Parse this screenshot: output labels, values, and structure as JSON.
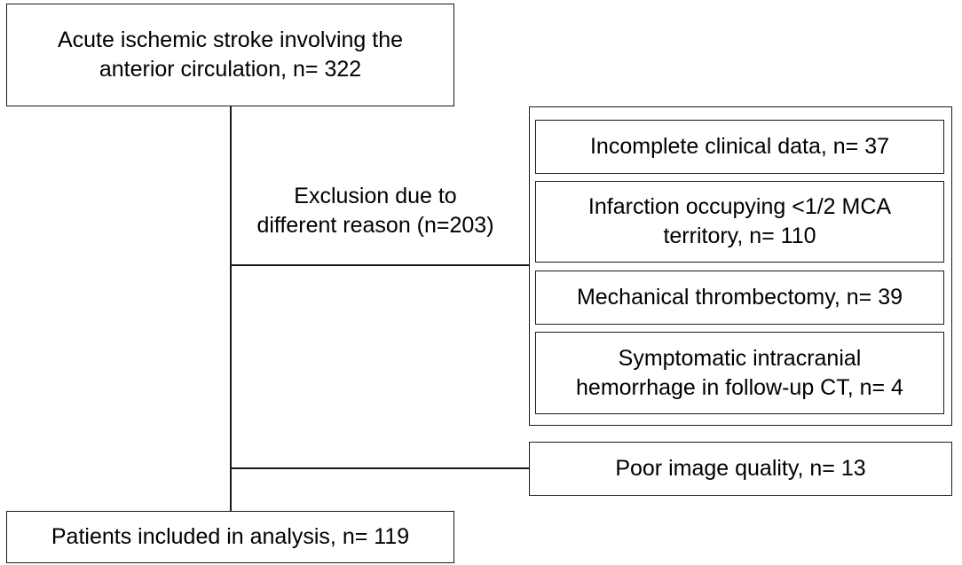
{
  "start": {
    "lines": [
      "Acute ischemic stroke involving the",
      "anterior circulation, n= 322"
    ]
  },
  "exclusion_label": {
    "lines": [
      "Exclusion due to",
      "different reason (n=203)"
    ]
  },
  "exclusion_reasons": [
    {
      "lines": [
        "Incomplete clinical data, n= 37"
      ]
    },
    {
      "lines": [
        "Infarction occupying <1/2 MCA",
        "territory, n= 110"
      ]
    },
    {
      "lines": [
        "Mechanical thrombectomy, n= 39"
      ]
    },
    {
      "lines": [
        "Symptomatic intracranial",
        "hemorrhage in follow-up CT, n= 4"
      ]
    }
  ],
  "poor_quality": {
    "lines": [
      "Poor image quality, n= 13"
    ]
  },
  "end": {
    "lines": [
      "Patients included in analysis, n= 119"
    ]
  }
}
